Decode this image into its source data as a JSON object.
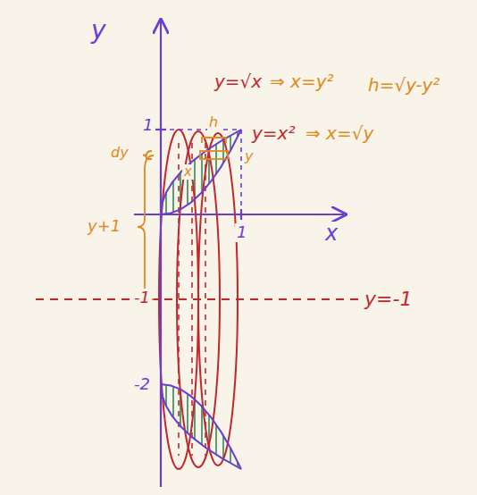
{
  "diagram": {
    "labels": [
      "y",
      "x",
      "1",
      "1",
      "y=√x",
      "⇒ x=y²",
      "y=x²",
      "⇒ x=√y",
      "h=√y-y²",
      "h",
      "dy",
      "y",
      "x",
      "y+1",
      "-1",
      "y=-1",
      "-2"
    ]
  }
}
